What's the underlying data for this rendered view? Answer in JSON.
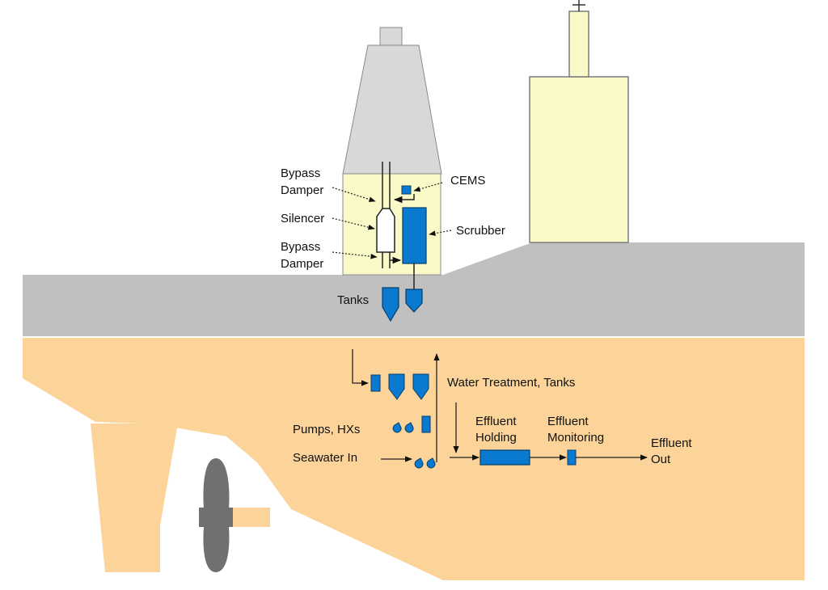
{
  "labels": {
    "bypass_damper_top": [
      "Bypass",
      "Damper"
    ],
    "cems": "CEMS",
    "silencer": "Silencer",
    "scrubber": "Scrubber",
    "bypass_damper_bottom": [
      "Bypass",
      "Damper"
    ],
    "tanks": "Tanks",
    "water_treatment": "Water Treatment, Tanks",
    "pumps": "Pumps, HXs",
    "seawater_in": "Seawater In",
    "effluent_holding": [
      "Effluent",
      "Holding"
    ],
    "effluent_monitoring": [
      "Effluent",
      "Monitoring"
    ],
    "effluent_out": [
      "Effluent",
      "Out"
    ]
  },
  "colors": {
    "hull": "#fcd49a",
    "deck": "#c0c0c0",
    "funnel": "#d8d8d8",
    "enclosure": "#fafac8",
    "equipment": "#0a7ad1",
    "propeller": "#707070"
  }
}
